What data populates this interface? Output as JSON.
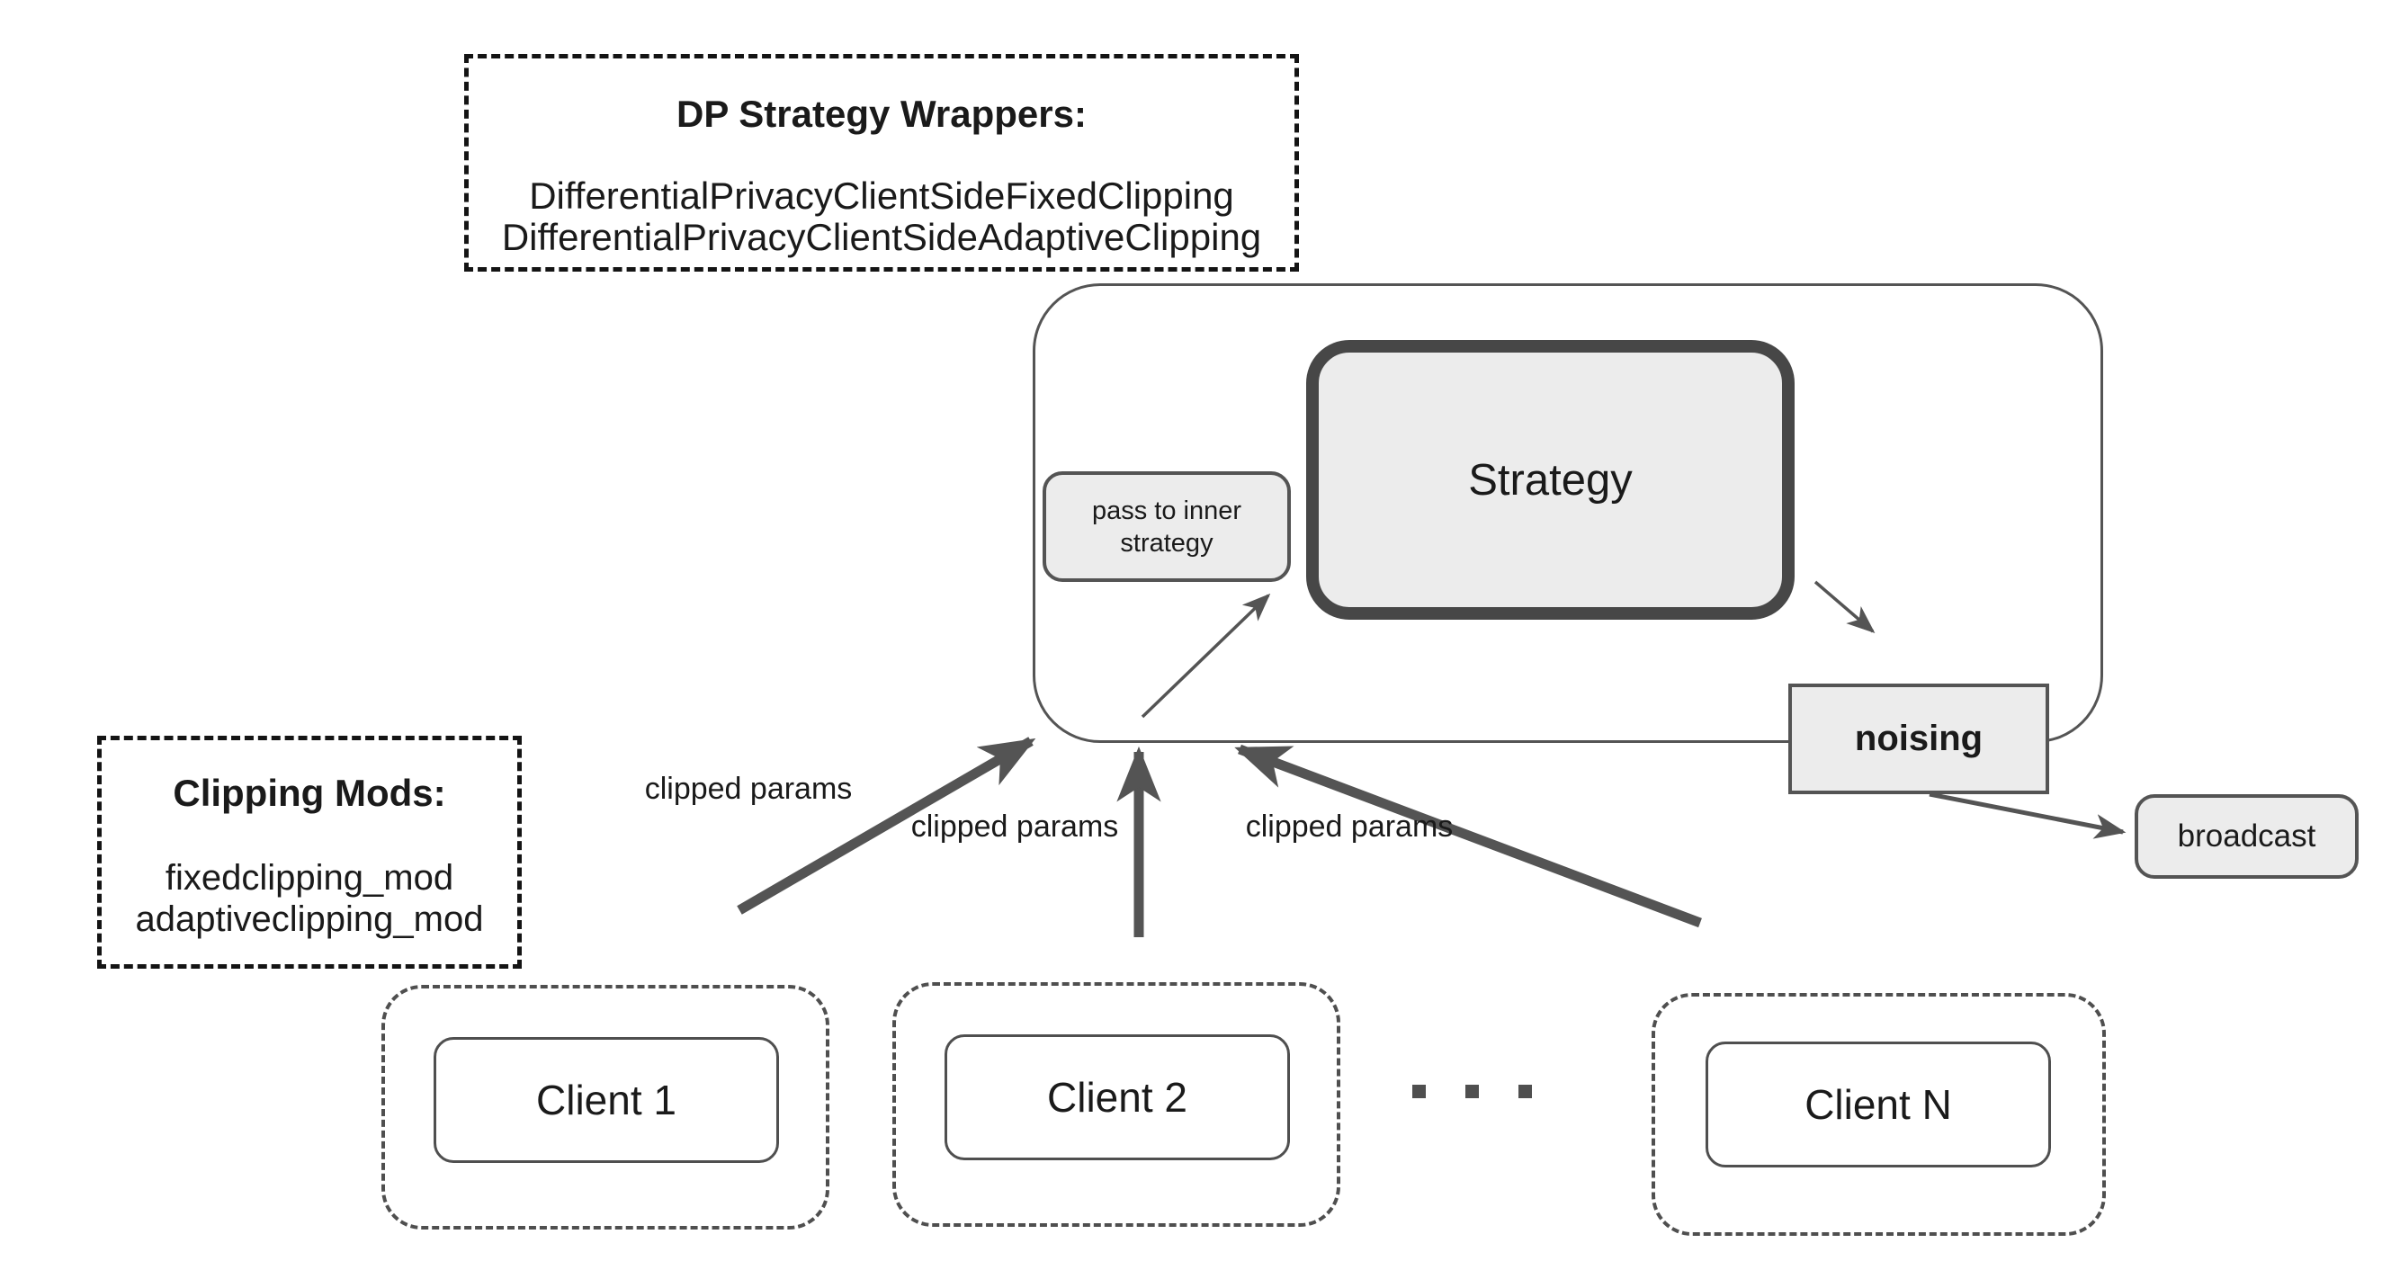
{
  "wrappers_box": {
    "title": "DP Strategy Wrappers:",
    "items": [
      "DifferentialPrivacyClientSideFixedClipping",
      "DifferentialPrivacyClientSideAdaptiveClipping"
    ]
  },
  "mods_box": {
    "title": "Clipping Mods:",
    "items": [
      "fixedclipping_mod",
      "adaptiveclipping_mod"
    ]
  },
  "server": {
    "pass_label": "pass to inner strategy",
    "strategy_label": "Strategy",
    "noising_label": "noising",
    "broadcast_label": "broadcast"
  },
  "clients": [
    {
      "label": "Client 1"
    },
    {
      "label": "Client 2"
    },
    {
      "label": "Client N"
    }
  ],
  "edge_labels": [
    "clipped params",
    "clipped params",
    "clipped params"
  ],
  "colors": {
    "box_fill": "#ececec",
    "stroke": "#545454",
    "strategy_border": "#474747",
    "info_dash": "#141414",
    "client_dash": "#4f4f4f",
    "background": "#ffffff"
  }
}
